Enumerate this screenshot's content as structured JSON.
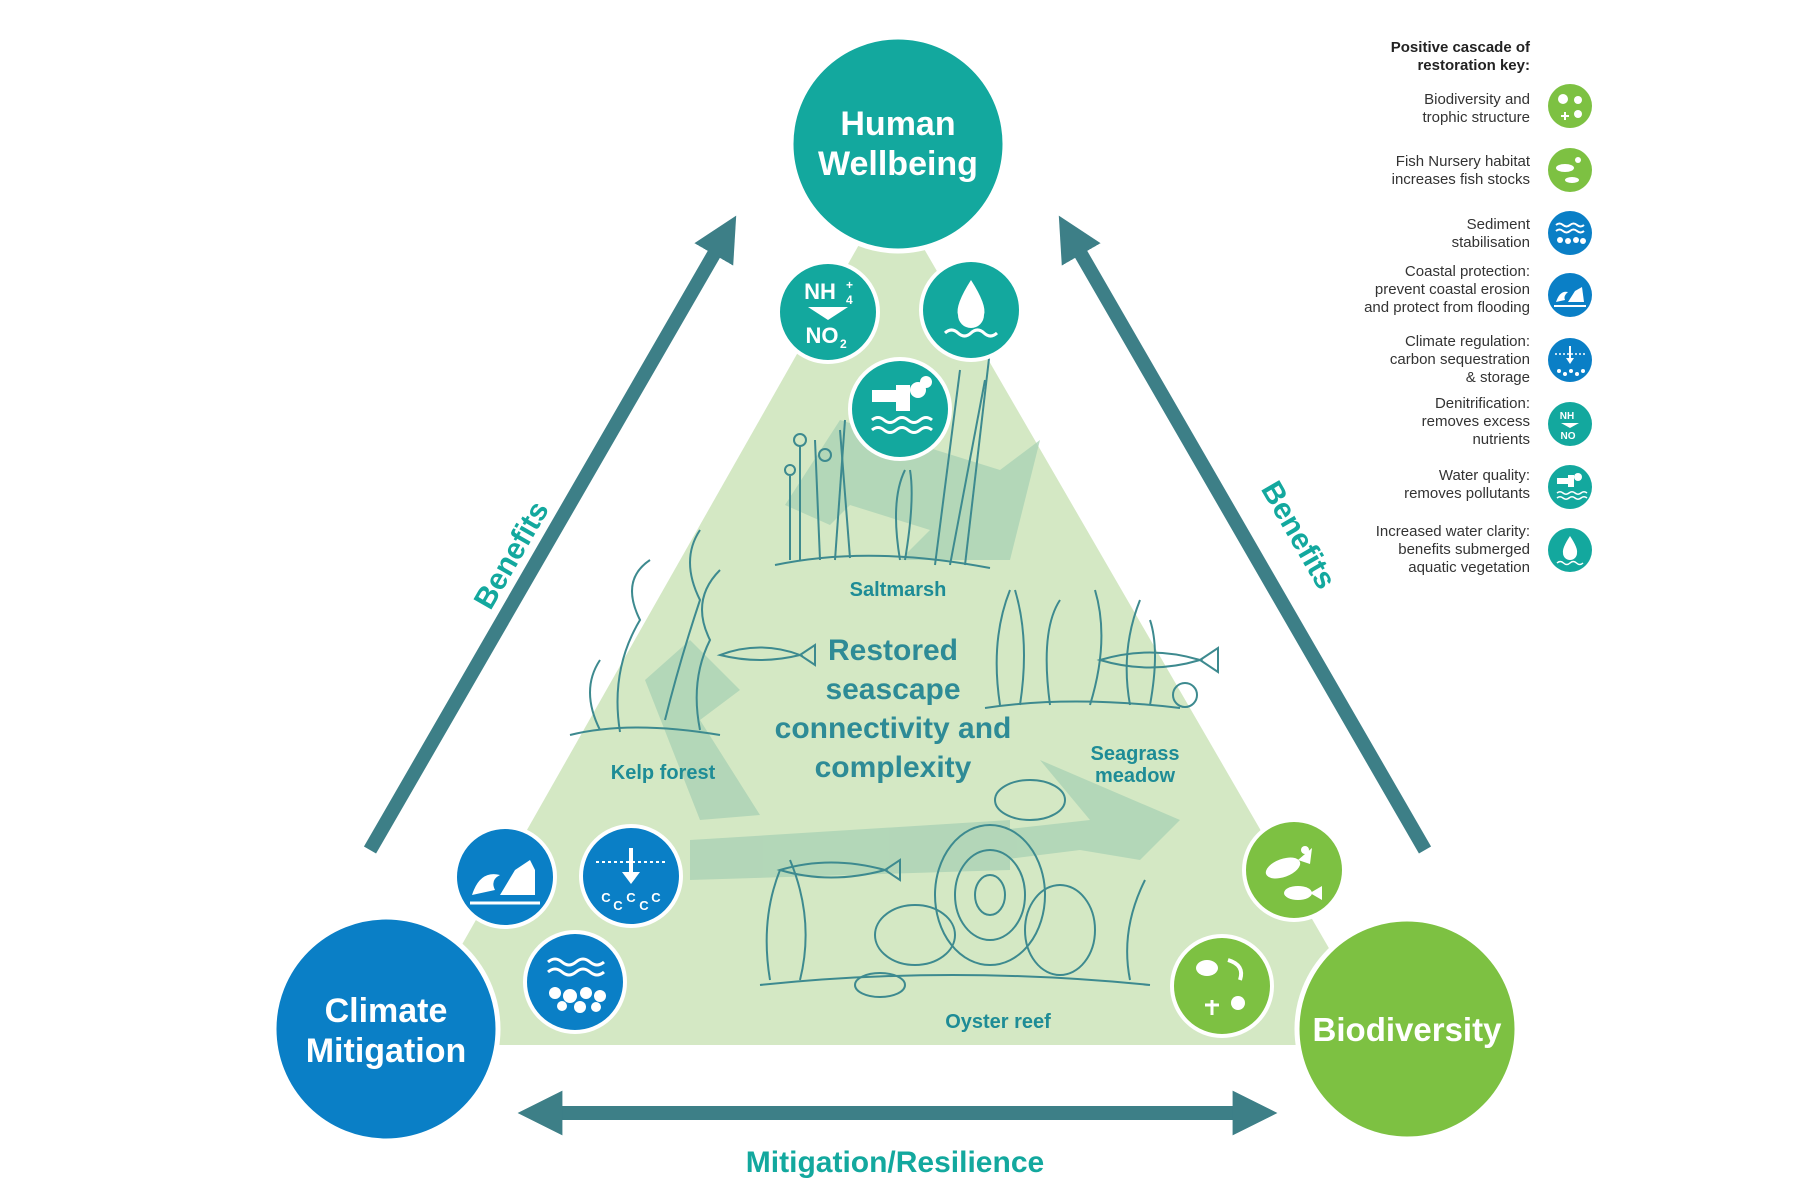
{
  "nodes": {
    "human_wellbeing": [
      "Human",
      "Wellbeing"
    ],
    "climate_mitigation": [
      "Climate",
      "Mitigation"
    ],
    "biodiversity": "Biodiversity"
  },
  "center_text": [
    "Restored",
    "seascape",
    "connectivity and",
    "complexity"
  ],
  "habitats": {
    "saltmarsh": "Saltmarsh",
    "kelp_forest": "Kelp forest",
    "seagrass_meadow": [
      "Seagrass",
      "meadow"
    ],
    "oyster_reef": "Oyster reef"
  },
  "arrows": {
    "left": "Benefits",
    "right": "Benefits",
    "bottom": "Mitigation/Resilience"
  },
  "colors": {
    "teal": "#13a89e",
    "blue": "#0a7fc6",
    "green": "#7dc142",
    "arrow": "#3d7f87",
    "triangle": "#d4e8c4",
    "label_teal": "#1e8c96"
  },
  "key": {
    "title": [
      "Positive cascade of",
      "restoration key:"
    ],
    "items": [
      {
        "text": [
          "Biodiversity and",
          "trophic structure"
        ],
        "icon": "biodiversity-icon",
        "color": "green"
      },
      {
        "text": [
          "Fish Nursery habitat",
          "increases fish stocks"
        ],
        "icon": "fish-nursery-icon",
        "color": "green"
      },
      {
        "text": [
          "Sediment",
          "stabilisation"
        ],
        "icon": "sediment-icon",
        "color": "blue"
      },
      {
        "text": [
          "Coastal protection:",
          "prevent coastal erosion",
          "and protect from flooding"
        ],
        "icon": "coastal-protection-icon",
        "color": "blue"
      },
      {
        "text": [
          "Climate regulation:",
          "carbon sequestration",
          "& storage"
        ],
        "icon": "carbon-icon",
        "color": "blue"
      },
      {
        "text": [
          "Denitrification:",
          "removes excess",
          "nutrients"
        ],
        "icon": "denitrification-icon",
        "color": "teal"
      },
      {
        "text": [
          "Water quality:",
          "removes pollutants"
        ],
        "icon": "water-quality-icon",
        "color": "teal"
      },
      {
        "text": [
          "Increased water clarity:",
          "benefits submerged",
          "aquatic vegetation"
        ],
        "icon": "water-clarity-icon",
        "color": "teal"
      }
    ]
  },
  "icon_text": {
    "nh4": "NH",
    "nh4_sup": "+",
    "nh4_sub": "4",
    "no2": "NO",
    "no2_sub": "2",
    "carbon_letters": [
      "C",
      "C",
      "C",
      "C",
      "C"
    ]
  }
}
